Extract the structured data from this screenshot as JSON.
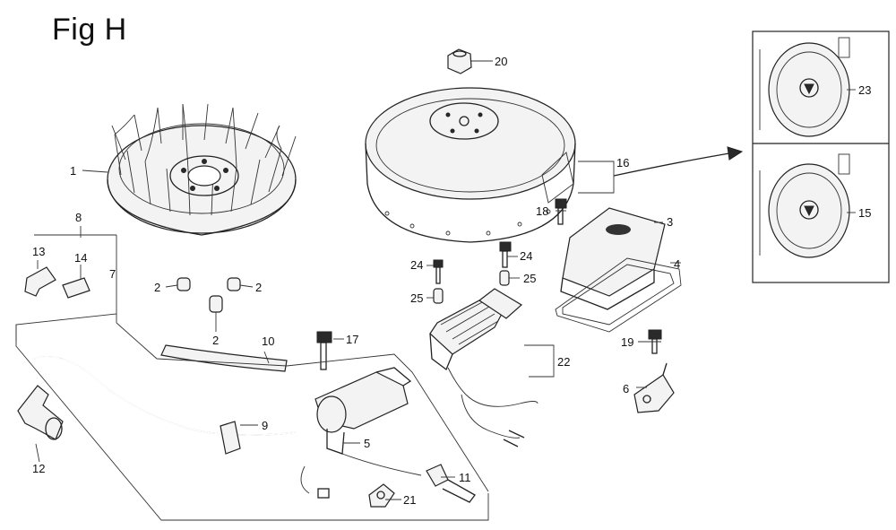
{
  "figure": {
    "title": "Fig H"
  },
  "callouts": {
    "c1": "1",
    "c2a": "2",
    "c2b": "2",
    "c2c": "2",
    "c3": "3",
    "c4": "4",
    "c5": "5",
    "c6": "6",
    "c7": "7",
    "c8": "8",
    "c9": "9",
    "c10": "10",
    "c11": "11",
    "c12": "12",
    "c13": "13",
    "c14": "14",
    "c15": "15",
    "c16": "16",
    "c17": "17",
    "c18": "18",
    "c19": "19",
    "c20": "20",
    "c21": "21",
    "c22": "22",
    "c23": "23",
    "c24a": "24",
    "c24b": "24",
    "c25a": "25",
    "c25b": "25"
  }
}
